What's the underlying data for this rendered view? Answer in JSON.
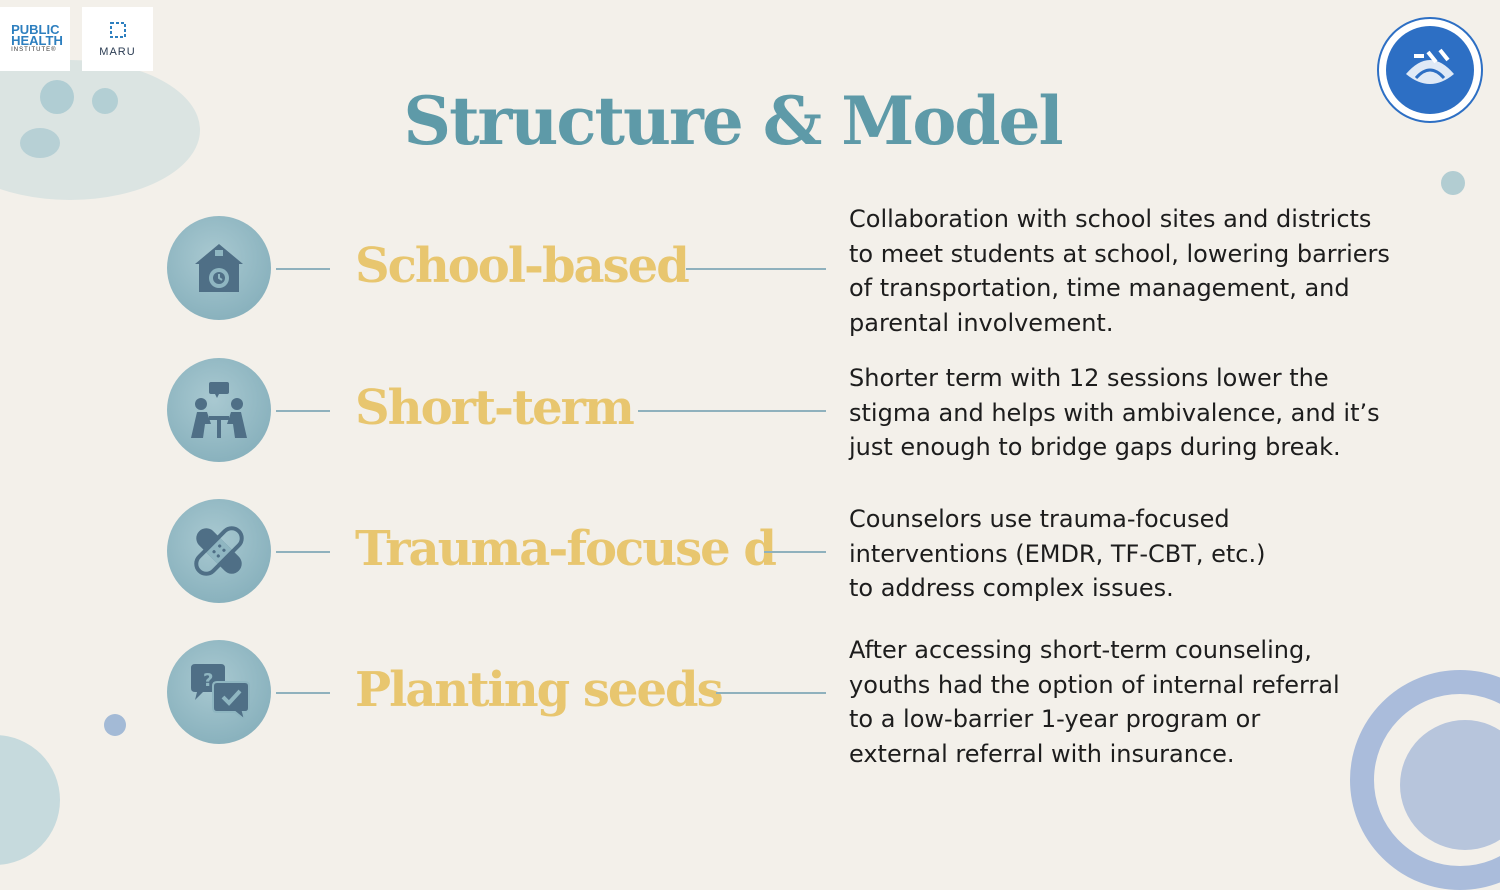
{
  "logos": {
    "phi": {
      "line1": "PUBLIC",
      "line2": "HEALTH",
      "line3": "INSTITUTE®"
    },
    "maru": {
      "label": "MARU"
    }
  },
  "title": "Structure & Model",
  "colors": {
    "title": "#5e9aa8",
    "label": "#e8c66f",
    "icon_bg": "#8fb6c1",
    "icon_fg": "#4f6f86"
  },
  "rows": [
    {
      "label": "School-based",
      "icon": "school-house-icon",
      "description": "Collaboration with school sites and districts\nto meet students at school, lowering barriers\nof transportation, time management, and\nparental involvement."
    },
    {
      "label": "Short-term",
      "icon": "counseling-session-icon",
      "description": "Shorter term with 12 sessions lower the\nstigma and helps with ambivalence, and it’s\njust enough to bridge gaps during break."
    },
    {
      "label": "Trauma-focuse d",
      "icon": "bandage-icon",
      "description": "Counselors use trauma-focused\ninterventions (EMDR, TF-CBT, etc.)\nto address complex issues."
    },
    {
      "label": "Planting seeds",
      "icon": "question-answer-chat-icon",
      "description": "After accessing short-term counseling,\nyouths had the option of internal referral\nto a low-barrier 1-year program or\nexternal referral with insurance."
    }
  ]
}
